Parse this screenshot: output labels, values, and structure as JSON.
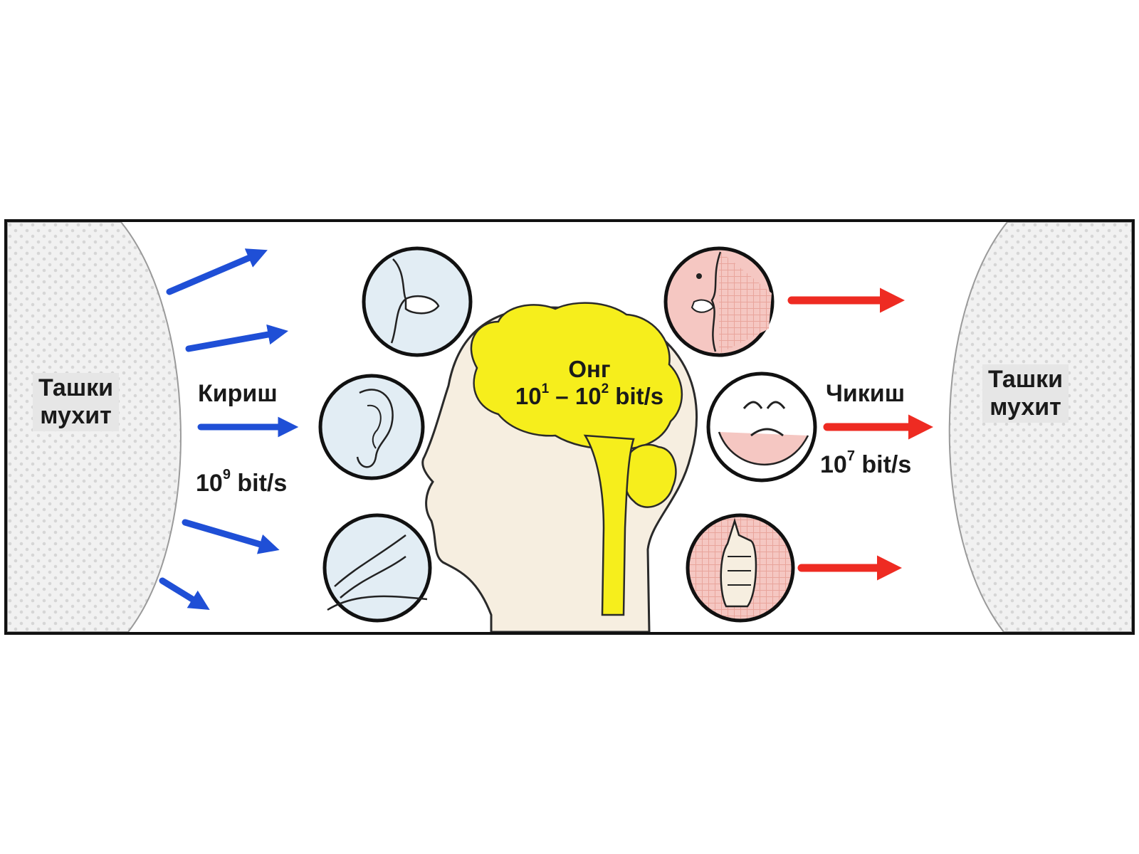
{
  "environment_left": {
    "line1": "Ташки",
    "line2": "мухит"
  },
  "environment_right": {
    "line1": "Ташки",
    "line2": "мухит"
  },
  "input": {
    "label": "Кириш",
    "rate_base": "10",
    "rate_exp": "9",
    "rate_unit": " bit/s"
  },
  "output": {
    "label": "Чикиш",
    "rate_base": "10",
    "rate_exp": "7",
    "rate_unit": " bit/s"
  },
  "consciousness": {
    "label": "Онг",
    "rate_from_base": "10",
    "rate_from_exp": "1",
    "rate_sep": " – ",
    "rate_to_base": "10",
    "rate_to_exp": "2",
    "rate_unit": " bit/s"
  },
  "icons": {
    "inputs": [
      "mouth-icon",
      "ear-icon",
      "hand-touch-icon"
    ],
    "outputs": [
      "face-speaking-icon",
      "face-expression-icon",
      "thumbs-up-icon"
    ]
  },
  "colors": {
    "input_arrow": "#1f4fd6",
    "output_arrow": "#ee2b22",
    "brain": "#f6ee1c",
    "head": "#f6eee0",
    "input_icon_bg": "#e2edf4",
    "output_icon_bg": "#f5c7c2",
    "environment": "#ececec",
    "border": "#111111"
  }
}
